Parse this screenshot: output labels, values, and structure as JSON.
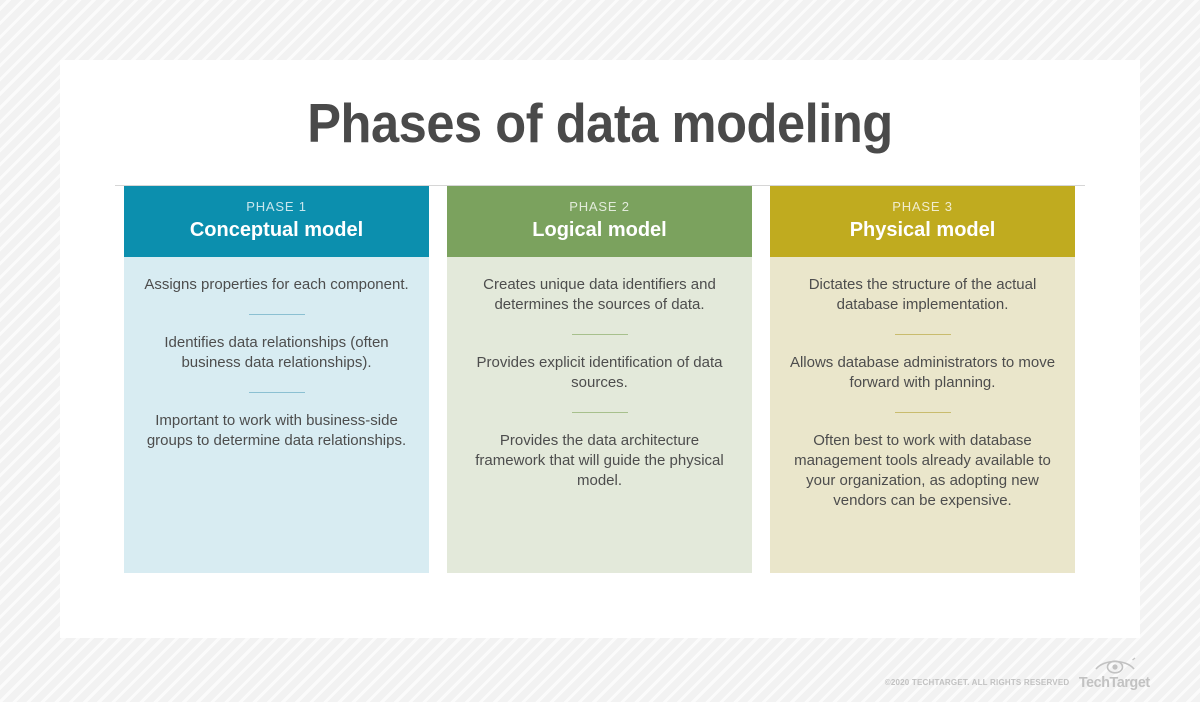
{
  "title": "Phases of data modeling",
  "colors": {
    "phase1_header": "#0c8fae",
    "phase1_body": "#d8ecf2",
    "phase2_header": "#7ba25e",
    "phase2_body": "#e3e9da",
    "phase3_header": "#c0ab1f",
    "phase3_body": "#eae6cb",
    "title_text": "#4a4a4a",
    "body_text": "#4d4d4d"
  },
  "columns": [
    {
      "phase_label": "PHASE 1",
      "phase_title": "Conceptual model",
      "items": [
        "Assigns properties for each component.",
        "Identifies data relationships (often business data relationships).",
        "Important to work with business-side groups to determine data relationships."
      ]
    },
    {
      "phase_label": "PHASE 2",
      "phase_title": "Logical model",
      "items": [
        "Creates unique data identifiers and determines the sources of data.",
        "Provides explicit identification of data sources.",
        "Provides the data architecture framework that will guide the physical model."
      ]
    },
    {
      "phase_label": "PHASE 3",
      "phase_title": "Physical model",
      "items": [
        "Dictates the structure of the actual database implementation.",
        "Allows database administrators to move forward with planning.",
        "Often best to work with database management tools already available to your organization, as adopting new vendors can be expensive."
      ]
    }
  ],
  "footer": {
    "copyright": "©2020 TECHTARGET. ALL RIGHTS RESERVED",
    "logo_word": "TechTarget",
    "logo_icon": "eye-target-icon"
  }
}
